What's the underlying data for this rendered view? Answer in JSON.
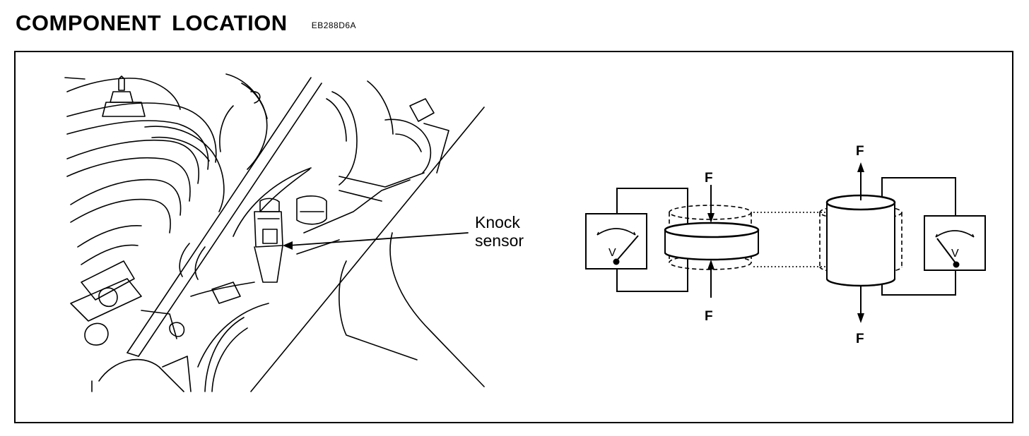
{
  "header": {
    "title": "COMPONENT  LOCATION",
    "code": "EB288D6A"
  },
  "engine_view": {
    "callout_label_line1": "Knock",
    "callout_label_line2": "sensor"
  },
  "principle": {
    "compression": {
      "force_top": "F",
      "force_bottom": "F",
      "meter_letter": "V"
    },
    "tension": {
      "force_top": "F",
      "force_bottom": "F",
      "meter_letter": "V"
    }
  }
}
